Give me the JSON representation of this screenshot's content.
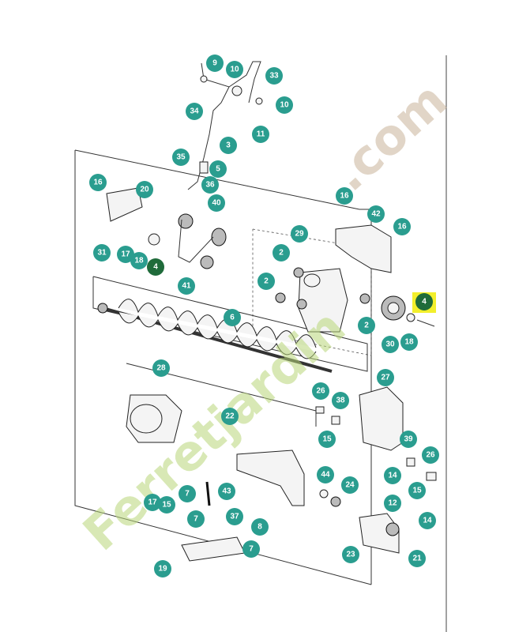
{
  "watermark": {
    "text_green": "Ferretjardin",
    "text_brown": ".com"
  },
  "colors": {
    "badge": "#2a9d8f",
    "badge_dark": "#1f6b3a",
    "highlight": "#f2ef2c",
    "watermark_green": "#b9d77a"
  },
  "labels": {
    "l9": "9",
    "l10a": "10",
    "l33": "33",
    "l34": "34",
    "l10b": "10",
    "l11": "11",
    "l3": "3",
    "l35": "35",
    "l5": "5",
    "l36": "36",
    "l40": "40",
    "l16a": "16",
    "l20": "20",
    "l31": "31",
    "l17": "17",
    "l18a": "18",
    "l4a": "4",
    "l41": "41",
    "l16b": "16",
    "l42": "42",
    "l16c": "16",
    "l29": "29",
    "l2a": "2",
    "l2b": "2",
    "l2c": "2",
    "l4b": "4",
    "l30": "30",
    "l18b": "18",
    "l6": "6",
    "l28": "28",
    "l27": "27",
    "l26a": "26",
    "l38": "38",
    "l22": "22",
    "l15a": "15",
    "l39": "39",
    "l26b": "26",
    "l14a": "14",
    "l15b": "15",
    "l44": "44",
    "l24": "24",
    "l12": "12",
    "l7a": "7",
    "l43": "43",
    "l17b": "17",
    "l15c": "15",
    "l7b": "7",
    "l37": "37",
    "l8": "8",
    "l14b": "14",
    "l23": "23",
    "l21": "21",
    "l19": "19",
    "l7c": "7"
  }
}
